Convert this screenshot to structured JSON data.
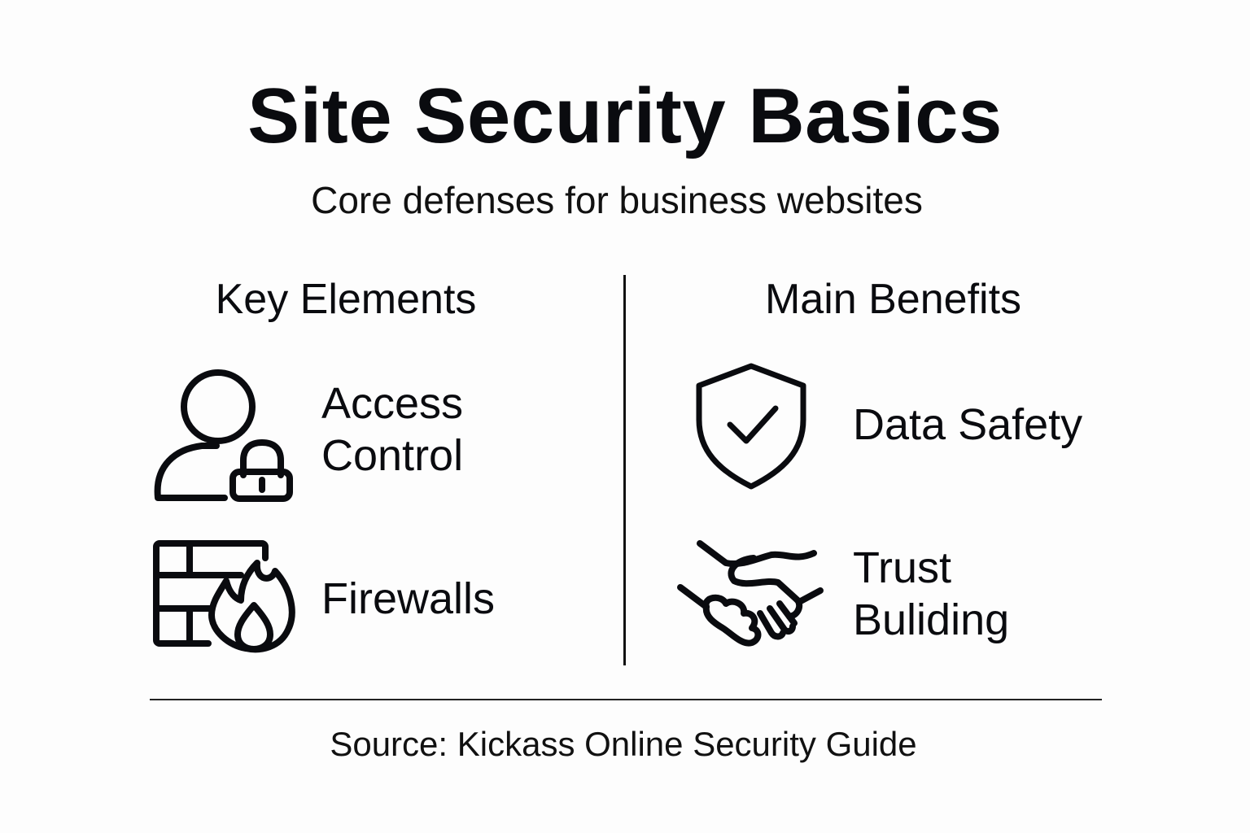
{
  "header": {
    "title": "Site Security Basics",
    "subtitle": "Core defenses for business websites"
  },
  "columns": {
    "left": {
      "heading": "Key Elements",
      "items": [
        {
          "icon": "user-lock-icon",
          "label_line1": "Access",
          "label_line2": "Control"
        },
        {
          "icon": "firewall-icon",
          "label_line1": "Firewalls"
        }
      ]
    },
    "right": {
      "heading": "Main Benefits",
      "items": [
        {
          "icon": "shield-check-icon",
          "label_line1": "Data Safety"
        },
        {
          "icon": "handshake-icon",
          "label_line1": "Trust",
          "label_line2": "Buliding"
        }
      ]
    }
  },
  "footer": {
    "source": "Source: Kickass Online Security Guide"
  },
  "colors": {
    "text": "#0a0b0f",
    "background": "#fdfdfd",
    "lines": "#111111"
  }
}
